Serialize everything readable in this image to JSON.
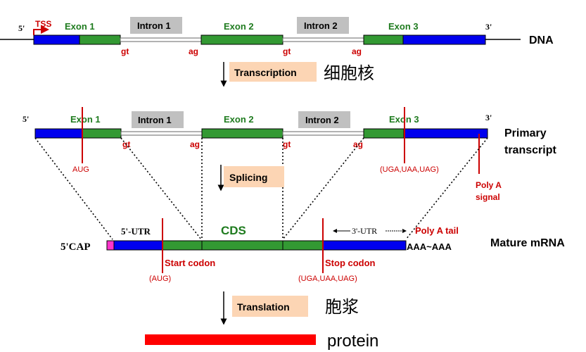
{
  "dna": {
    "five_prime": "5'",
    "three_prime": "3'",
    "tss": "TSS",
    "exon1": "Exon 1",
    "intron1": "Intron 1",
    "exon2": "Exon 2",
    "intron2": "Intron 2",
    "exon3": "Exon 3",
    "gt1": "gt",
    "ag1": "ag",
    "gt2": "gt",
    "ag2": "ag",
    "label": "DNA"
  },
  "transcription": {
    "label": "Transcription",
    "location": "细胞核"
  },
  "primary": {
    "five_prime": "5'",
    "three_prime": "3'",
    "exon1": "Exon 1",
    "intron1": "Intron 1",
    "exon2": "Exon 2",
    "intron2": "Intron 2",
    "exon3": "Exon 3",
    "gt1": "gt",
    "ag1": "ag",
    "gt2": "gt",
    "ag2": "ag",
    "aug": "AUG",
    "stop_codons": "(UGA,UAA,UAG)",
    "polya_signal_1": "Poly A",
    "polya_signal_2": "signal",
    "label_1": "Primary",
    "label_2": "transcript"
  },
  "splicing": {
    "label": "Splicing"
  },
  "mature": {
    "cap": "5'CAP",
    "utr5": "5'-UTR",
    "cds": "CDS",
    "utr3": "3'-UTR",
    "polya_tail": "Poly A tail",
    "polya_seq": "AAA~AAA",
    "start_codon": "Start codon",
    "start_note": "(AUG)",
    "stop_codon": "Stop codon",
    "stop_note": "(UGA,UAA,UAG)",
    "label": "Mature mRNA"
  },
  "translation": {
    "label": "Translation",
    "location": "胞浆"
  },
  "protein": {
    "label": "protein"
  },
  "colors": {
    "exon_green": "#339933",
    "utr_blue": "#0000ee",
    "intron_gray": "#c0c0c0",
    "label_green": "#1e7b1e",
    "codon_red": "#cc0000",
    "step_box": "#fcd5b4",
    "protein_red": "#ff0000",
    "cap_magenta": "#ff33cc"
  }
}
